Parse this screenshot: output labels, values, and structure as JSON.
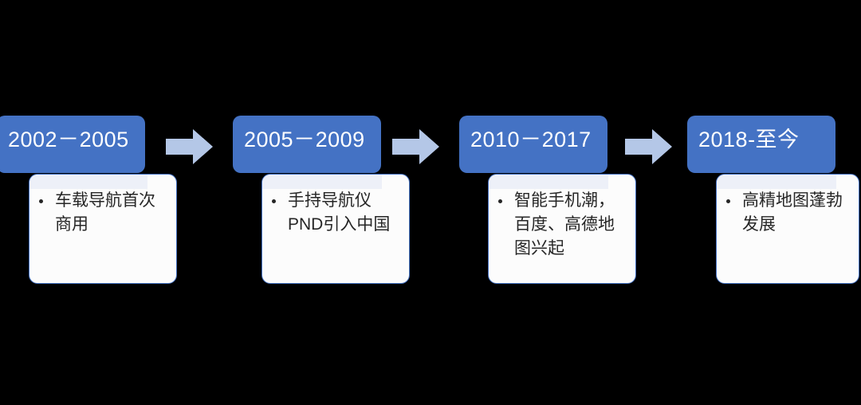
{
  "diagram": {
    "type": "timeline-process",
    "background_color": "#000000",
    "header_color": "#4472C4",
    "header_text_color": "#FFFFFF",
    "body_color": "#FCFCFC",
    "body_border_color": "#4472C4",
    "body_overlap_tint_color": "#EDF0F8",
    "arrow_color": "#B4C7E7",
    "bullet_color": "#262626",
    "stages": [
      {
        "id": "stage-1",
        "period": "2002－2005",
        "bullets": [
          "车载导航首次商用"
        ],
        "arrow_after": true,
        "arrow_name": "arrow-stage-1-to-2"
      },
      {
        "id": "stage-2",
        "period": "2005－2009",
        "bullets": [
          "手持导航仪PND引入中国"
        ],
        "arrow_after": true,
        "arrow_name": "arrow-stage-2-to-3"
      },
      {
        "id": "stage-3",
        "period": "2010－2017",
        "bullets": [
          "智能手机潮，百度、高德地图兴起"
        ],
        "arrow_after": true,
        "arrow_name": "arrow-stage-3-to-4"
      },
      {
        "id": "stage-4",
        "period": "2018-至今",
        "bullets": [
          "高精地图蓬勃发展"
        ],
        "arrow_after": false,
        "arrow_name": ""
      }
    ]
  }
}
